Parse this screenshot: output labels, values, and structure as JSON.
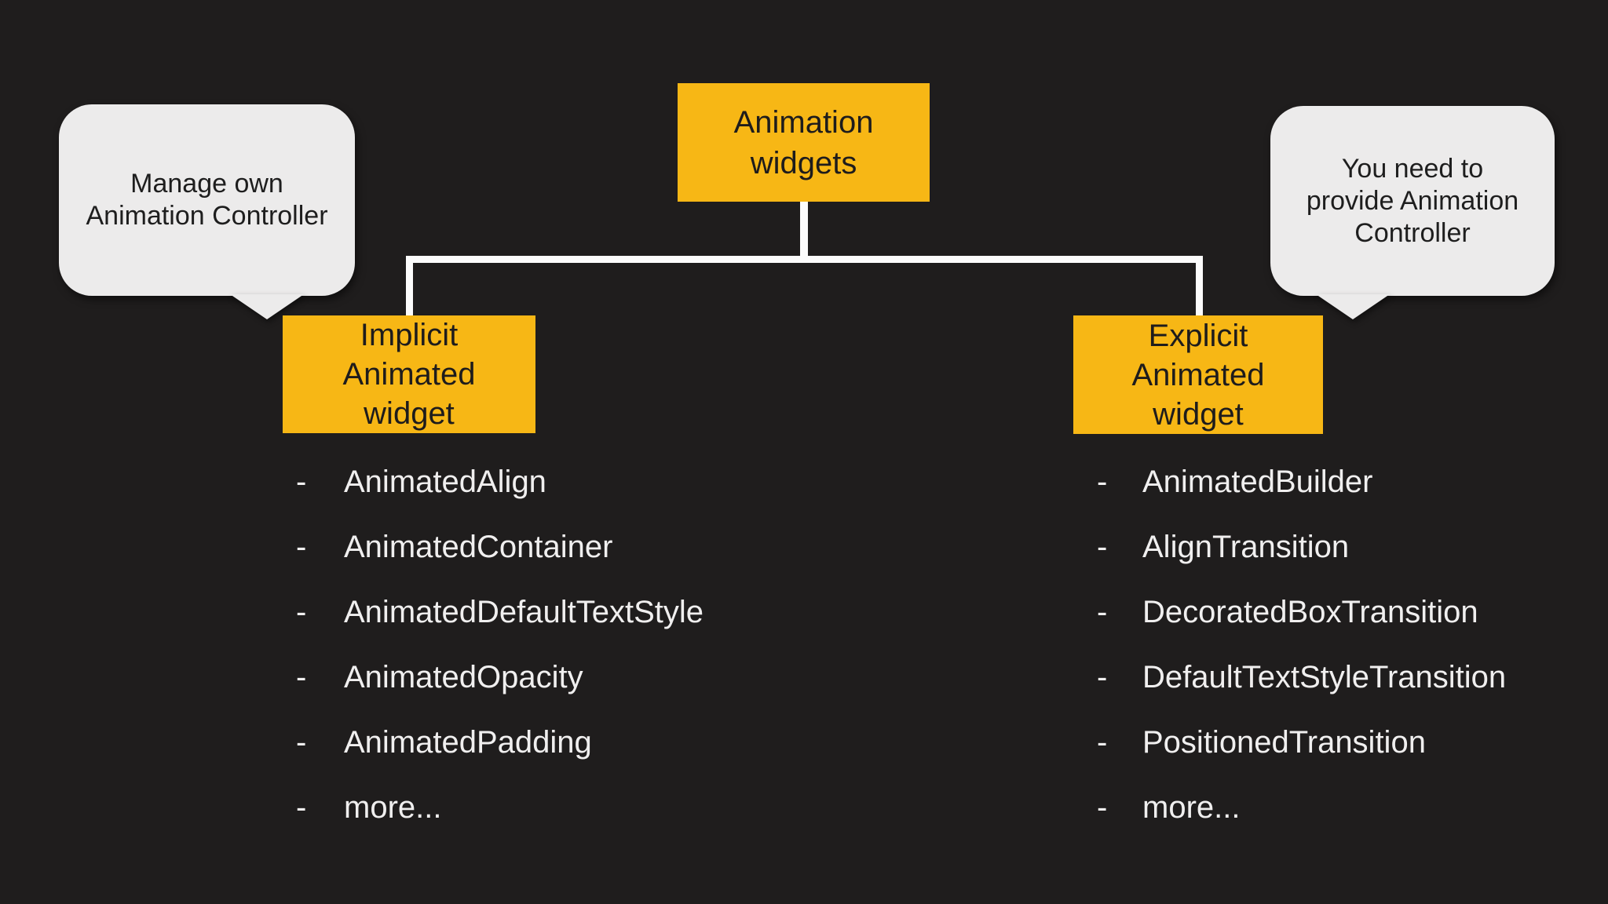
{
  "palette": {
    "background": "#1F1D1D",
    "node_fill": "#F7B715",
    "node_text": "#1E1C1C",
    "bubble_fill": "#ECEBEB",
    "bubble_text": "#1E1E1E",
    "connector": "#FCFCFC",
    "list_text": "#F0EFEF"
  },
  "nodes": {
    "root": {
      "label": "Animation\nwidgets"
    },
    "implicit": {
      "label": "Implicit\nAnimated\nwidget"
    },
    "explicit": {
      "label": "Explicit\nAnimated\nwidget"
    }
  },
  "callouts": {
    "left": {
      "text": "Manage own\nAnimation Controller"
    },
    "right": {
      "text": "You need to\nprovide Animation\nController"
    }
  },
  "list_style": {
    "bullet": "-"
  },
  "lists": {
    "implicit": {
      "items": [
        "AnimatedAlign",
        "AnimatedContainer",
        "AnimatedDefaultTextStyle",
        "AnimatedOpacity",
        "AnimatedPadding",
        "more..."
      ]
    },
    "explicit": {
      "items": [
        "AnimatedBuilder",
        "AlignTransition",
        "DecoratedBoxTransition",
        "DefaultTextStyleTransition",
        "PositionedTransition",
        "more..."
      ]
    }
  }
}
